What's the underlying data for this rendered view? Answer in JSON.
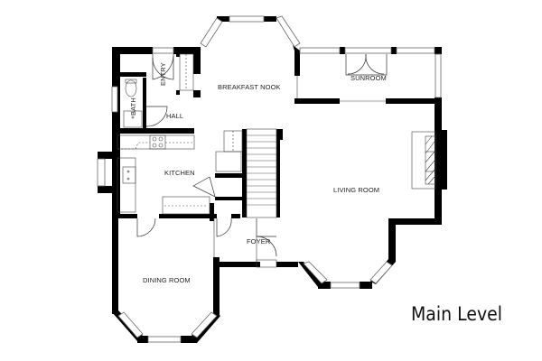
{
  "plan": {
    "title": "Main Level",
    "wall_color": "#000000",
    "line_color": "#555555",
    "background": "#ffffff",
    "rooms": [
      {
        "id": "breakfast-nook",
        "label": "BREAKFAST NOOK"
      },
      {
        "id": "sunroom",
        "label": "SUNROOM"
      },
      {
        "id": "entry",
        "label": "ENTRY"
      },
      {
        "id": "bath",
        "label": "BATH"
      },
      {
        "id": "hall",
        "label": "HALL"
      },
      {
        "id": "kitchen",
        "label": "KITCHEN"
      },
      {
        "id": "living-room",
        "label": "LIVING ROOM"
      },
      {
        "id": "foyer",
        "label": "FOYER"
      },
      {
        "id": "dining-room",
        "label": "DINING ROOM"
      }
    ]
  }
}
